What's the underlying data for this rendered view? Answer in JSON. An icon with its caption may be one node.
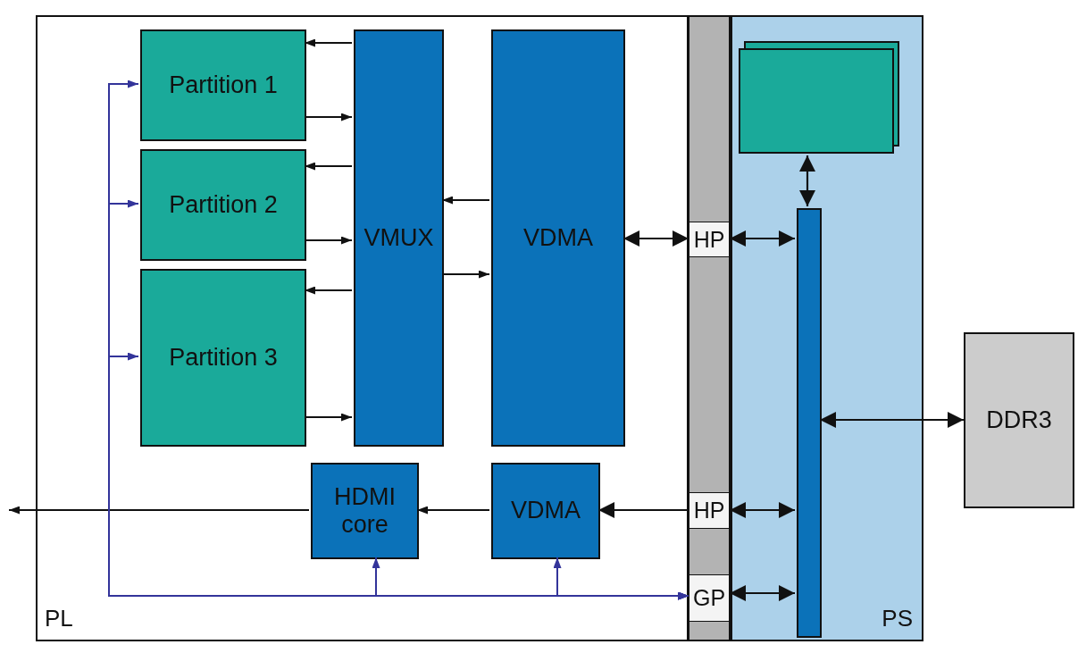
{
  "diagram": {
    "nodes": [
      {
        "text": [
          "PL"
        ]
      },
      {
        "text": [
          "Partition 1"
        ],
        "in": 0
      },
      {
        "text": [
          "Partition 2"
        ],
        "in": 0
      },
      {
        "text": [
          "Partition 3"
        ],
        "in": 0
      },
      {
        "text": [
          "VMUX"
        ],
        "in": 0
      },
      {
        "text": [
          "VDMA"
        ],
        "in": 0
      },
      {
        "text": [
          "HDMI core"
        ],
        "in": 0
      },
      {
        "text": [
          "VDMA"
        ],
        "in": 0
      },
      {
        "text": [],
        "shape": "bar"
      },
      {
        "text": [
          "HP"
        ],
        "in": 8
      },
      {
        "text": [
          "HP"
        ],
        "in": 8
      },
      {
        "text": [
          "GP"
        ],
        "in": 8
      },
      {
        "text": [
          "PS"
        ]
      },
      {
        "text": [],
        "shape": "box",
        "in": 12
      },
      {
        "text": [],
        "shape": "bar",
        "in": 12
      },
      {
        "text": [
          "DDR3"
        ]
      }
    ],
    "edges": [
      {
        "from": 4,
        "to": 1,
        "arrow": "to"
      },
      {
        "from": 1,
        "to": 4,
        "arrow": "to"
      },
      {
        "from": 4,
        "to": 2,
        "arrow": "to"
      },
      {
        "from": 2,
        "to": 4,
        "arrow": "to"
      },
      {
        "from": 4,
        "to": 3,
        "arrow": "to"
      },
      {
        "from": 3,
        "to": 4,
        "arrow": "to"
      },
      {
        "from": 5,
        "to": 4,
        "arrow": "to"
      },
      {
        "from": 4,
        "to": 5,
        "arrow": "to"
      },
      {
        "from": 9,
        "to": 5,
        "arrow": "both"
      },
      {
        "from": 14,
        "to": 9,
        "arrow": "both"
      },
      {
        "from": 14,
        "to": 13,
        "arrow": "both"
      },
      {
        "from": 15,
        "to": 14,
        "arrow": "both"
      },
      {
        "from": 10,
        "to": 7,
        "arrow": "to"
      },
      {
        "from": 14,
        "to": 10,
        "arrow": "both"
      },
      {
        "from": 14,
        "to": 11,
        "arrow": "both"
      },
      {
        "from": 7,
        "to": 6,
        "arrow": "to"
      },
      {
        "from": 6,
        "to": null,
        "arrow": "to"
      },
      {
        "from": 11,
        "to": 1,
        "arrow": "both",
        "color": "#33349a"
      },
      {
        "from": 11,
        "to": 2,
        "arrow": "both",
        "color": "#33349a"
      },
      {
        "from": 11,
        "to": 3,
        "arrow": "both",
        "color": "#33349a"
      },
      {
        "from": 11,
        "to": 6,
        "arrow": "both",
        "color": "#33349a"
      },
      {
        "from": 11,
        "to": 7,
        "arrow": "both",
        "color": "#33349a"
      }
    ]
  }
}
